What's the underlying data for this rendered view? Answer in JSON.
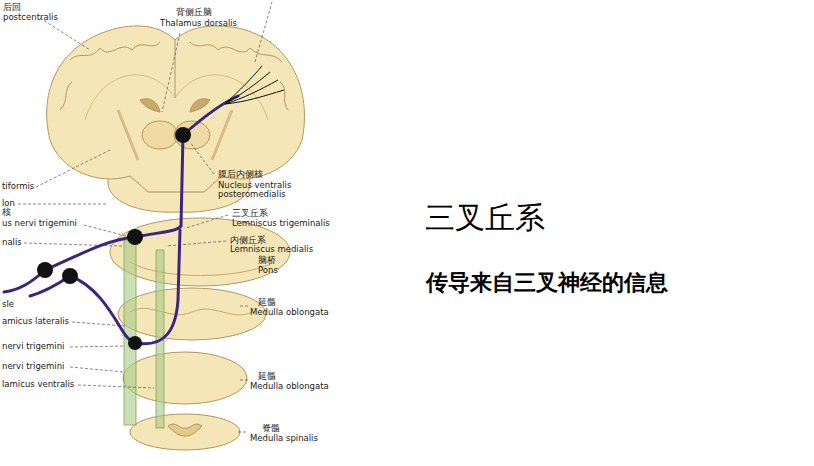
{
  "diagram": {
    "title": "三叉丘系",
    "caption": "传导来自三叉神经的信息",
    "labels": [
      "后回",
      "postcentralis",
      "背侧丘脑",
      "Thalamus dorsalis",
      "腹后内侧核",
      "Nucleus ventralis posteromedialis",
      "tiformis",
      "lon",
      "核",
      "us nervi trigemini",
      "三叉丘系",
      "Lemniscus trigeminalis",
      "nalis",
      "内侧丘系",
      "Lemniscus medialis",
      "脑桥",
      "Pons",
      "延髓",
      "Medulla oblongata",
      "sle",
      "amicus lateralis",
      "nervi trigemini",
      "nervi trigemini",
      "lamicus ventralis",
      "延髓",
      "Medulla oblongata",
      "脊髓",
      "Medulla spinalis"
    ]
  }
}
